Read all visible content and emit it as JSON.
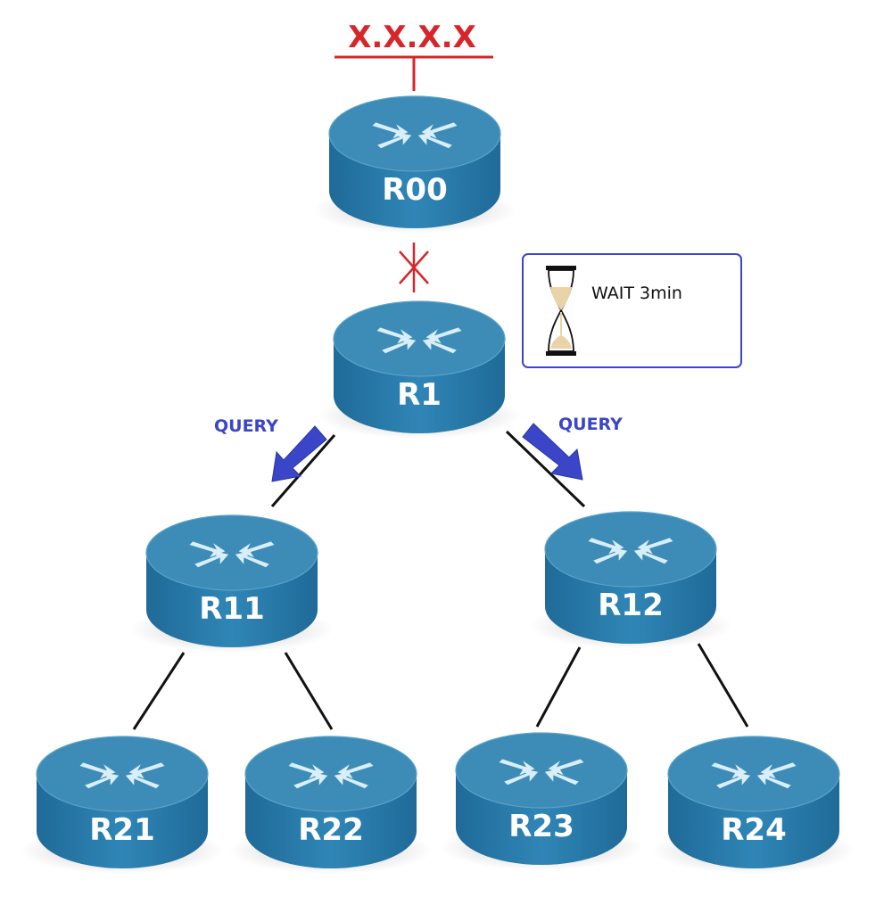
{
  "network": {
    "label": "X.X.X.X"
  },
  "routers": [
    {
      "name": "R00"
    },
    {
      "name": "R1"
    },
    {
      "name": "R11"
    },
    {
      "name": "R12"
    },
    {
      "name": "R21"
    },
    {
      "name": "R22"
    },
    {
      "name": "R23"
    },
    {
      "name": "R24"
    }
  ],
  "queries": [
    {
      "label": "QUERY"
    },
    {
      "label": "QUERY"
    }
  ],
  "wait_box": {
    "label": "WAIT 3min",
    "icon": "hourglass-icon"
  },
  "link_failure": {
    "icon": "failure-x-icon"
  },
  "colors": {
    "router_top": "#3d8cb8",
    "router_side": "#2a78a8",
    "arrow_fill": "#d8eef8",
    "failure": "#d6262b",
    "query": "#3a45c8",
    "box_border": "#3a45c8",
    "sand": "#e8d4a8"
  }
}
